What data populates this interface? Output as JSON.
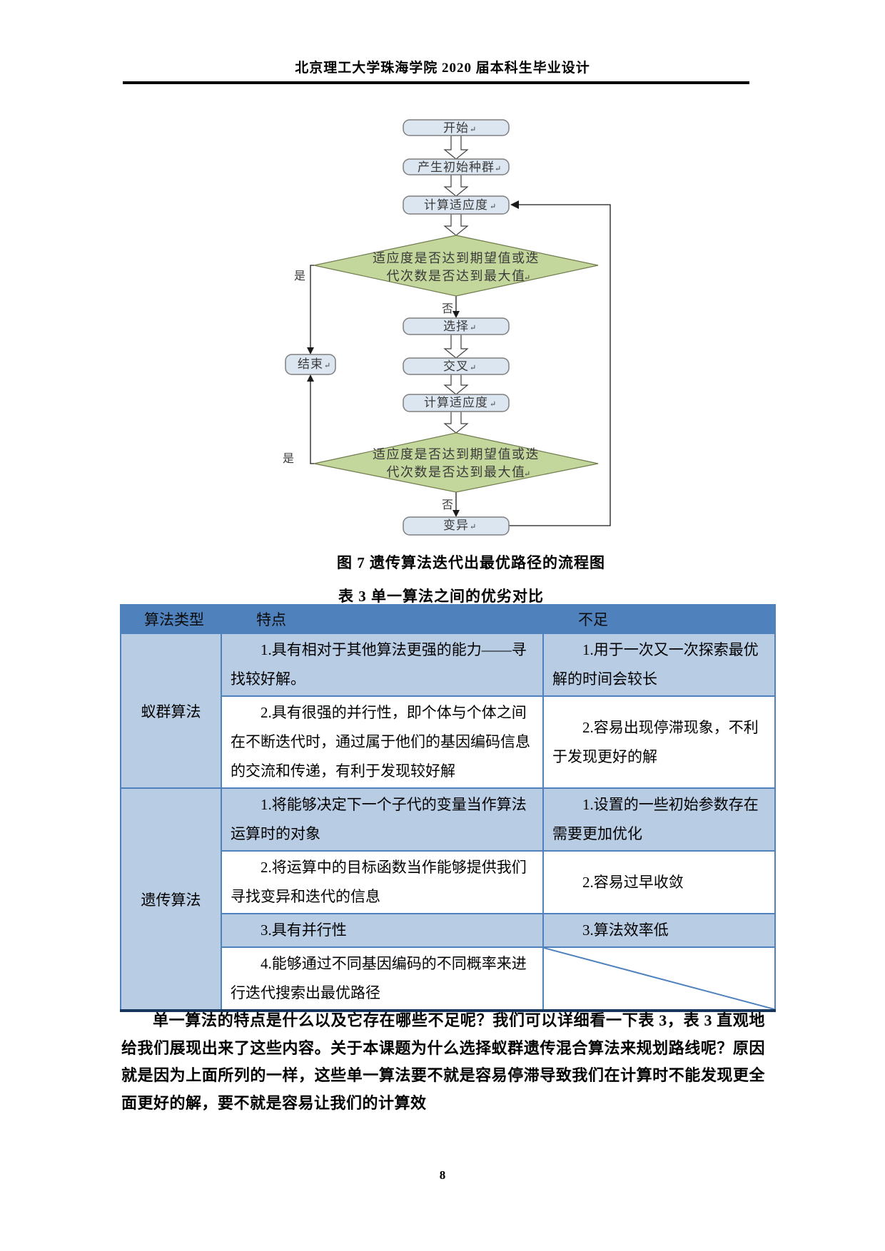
{
  "page": {
    "header_title": "北京理工大学珠海学院 2020 届本科生毕业设计",
    "page_number": "8",
    "pilcrow": "↵"
  },
  "flowchart": {
    "caption": "图 7 遗传算法迭代出最优路径的流程图",
    "nodes": {
      "start": "开始",
      "init_population": "产生初始种群",
      "compute_fitness_1": "计算适应度",
      "decision_1_line1": "适应度是否达到期望值或迭",
      "decision_1_line2": "代次数是否达到最大值",
      "select": "选择",
      "crossover": "交叉",
      "compute_fitness_2": "计算适应度",
      "decision_2_line1": "适应度是否达到期望值或迭",
      "decision_2_line2": "代次数是否达到最大值",
      "mutation": "变异",
      "end": "结束"
    },
    "edge_labels": {
      "yes": "是",
      "no": "否"
    }
  },
  "table": {
    "caption": "表 3 单一算法之间的优劣对比",
    "headers": [
      "算法类型",
      "特点",
      "不足"
    ],
    "groups": [
      {
        "name": "蚁群算法",
        "rows": [
          {
            "feature": "1.具有相对于其他算法更强的能力——寻找较好解。",
            "weakness": "1.用于一次又一次探索最优解的时间会较长"
          },
          {
            "feature": "2.具有很强的并行性，即个体与个体之间在不断迭代时，通过属于他们的基因编码信息的交流和传递，有利于发现较好解",
            "weakness": "2.容易出现停滞现象，不利于发现更好的解"
          }
        ]
      },
      {
        "name": "遗传算法",
        "rows": [
          {
            "feature": "1.将能够决定下一个子代的变量当作算法运算时的对象",
            "weakness": "1.设置的一些初始参数存在需要更加优化"
          },
          {
            "feature": "2.将运算中的目标函数当作能够提供我们寻找变异和迭代的信息",
            "weakness": "2.容易过早收敛"
          },
          {
            "feature": "3.具有并行性",
            "weakness": "3.算法效率低"
          },
          {
            "feature": "4.能够通过不同基因编码的不同概率来进行迭代搜索出最优路径",
            "weakness": ""
          }
        ]
      }
    ]
  },
  "body": {
    "paragraph": "单一算法的特点是什么以及它存在哪些不足呢？我们可以详细看一下表 3，表 3 直观地给我们展现出来了这些内容。关于本课题为什么选择蚁群遗传混合算法来规划路线呢？原因就是因为上面所列的一样，这些单一算法要不就是容易停滞导致我们在计算时不能发现更全面更好的解，要不就是容易让我们的计算效"
  },
  "colors": {
    "table_header_bg": "#4f81bd",
    "table_alt_row_bg": "#b8cce4",
    "table_border": "#4f81bd",
    "flow_box_fill": "#dce6f1",
    "flow_box_border": "#7f7f7f",
    "diamond_fill": "#c3d69b",
    "diamond_border": "#707b4e"
  }
}
